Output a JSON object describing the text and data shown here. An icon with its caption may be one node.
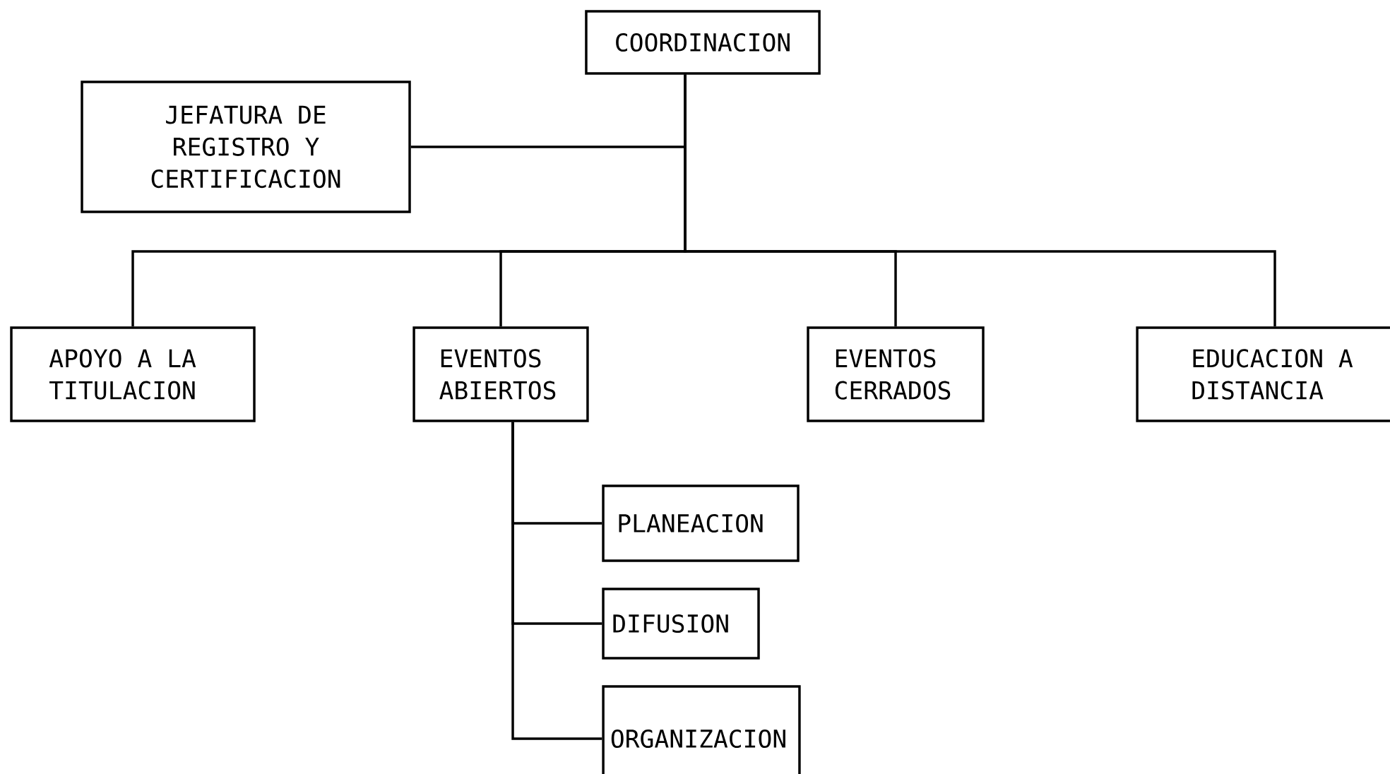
{
  "diagram": {
    "nodes": [
      {
        "text": [
          "COORDINACION"
        ]
      },
      {
        "text": [
          "JEFATURA DE REGISTRO Y CERTIFICACION"
        ]
      },
      {
        "text": [
          "APOYO A LA TITULACION"
        ]
      },
      {
        "text": [
          "EVENTOS ABIERTOS"
        ]
      },
      {
        "text": [
          "EVENTOS CERRADOS"
        ]
      },
      {
        "text": [
          "EDUCACION A DISTANCIA"
        ]
      },
      {
        "text": [
          "PLANEACION"
        ]
      },
      {
        "text": [
          "DIFUSION"
        ]
      },
      {
        "text": [
          "ORGANIZACION"
        ]
      }
    ],
    "edges": [
      {
        "from": 0,
        "to": 1,
        "arrow": "none"
      },
      {
        "from": 0,
        "to": 2,
        "arrow": "none"
      },
      {
        "from": 0,
        "to": 3,
        "arrow": "none"
      },
      {
        "from": 0,
        "to": 4,
        "arrow": "none"
      },
      {
        "from": 0,
        "to": 5,
        "arrow": "none"
      },
      {
        "from": 3,
        "to": 6,
        "arrow": "none"
      },
      {
        "from": 3,
        "to": 7,
        "arrow": "none"
      },
      {
        "from": 3,
        "to": 8,
        "arrow": "none"
      }
    ]
  }
}
